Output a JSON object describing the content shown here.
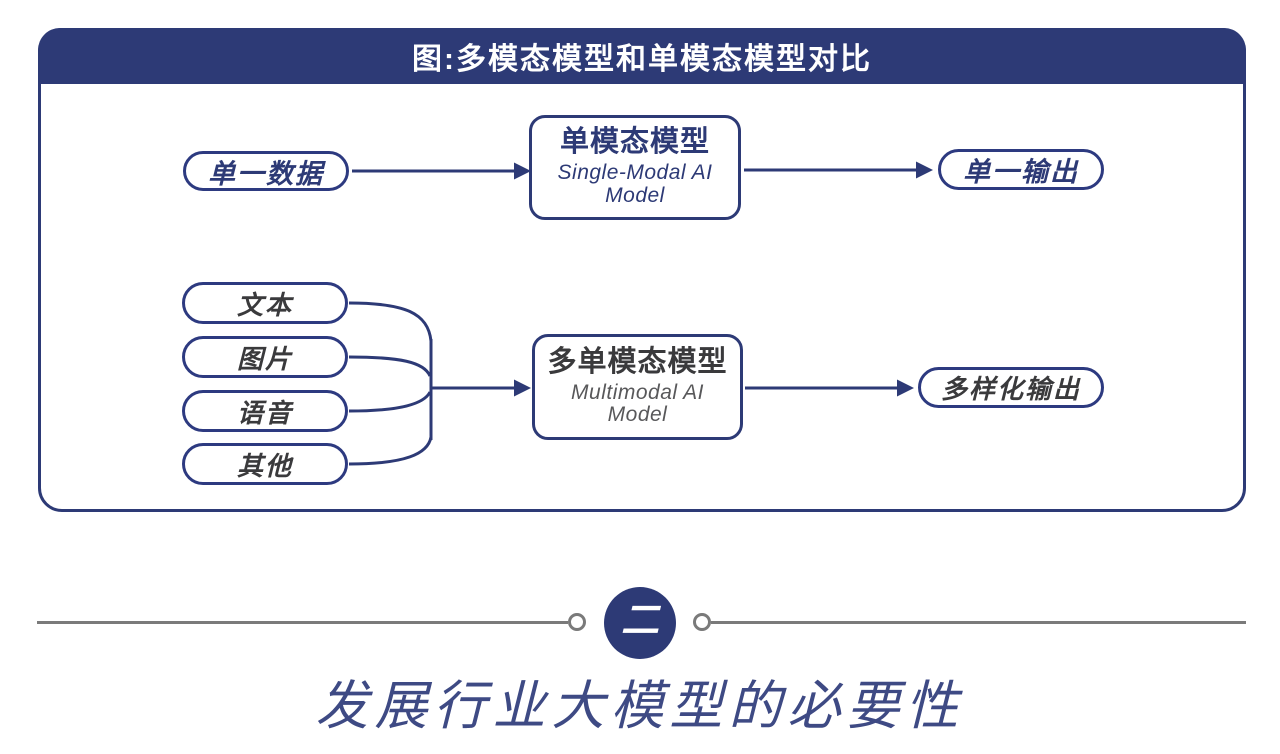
{
  "figure": {
    "title": "图:多模态模型和单模态模型对比",
    "single_flow": {
      "input": "单一数据",
      "model_title": "单模态模型",
      "model_subtitle_line1": "Single-Modal AI",
      "model_subtitle_line2": "Model",
      "output": "单一输出"
    },
    "multi_flow": {
      "inputs": [
        "文本",
        "图片",
        "语音",
        "其他"
      ],
      "model_title": "多单模态模型",
      "model_subtitle_line1": "Multimodal AI",
      "model_subtitle_line2": "Model",
      "output": "多样化输出"
    }
  },
  "section": {
    "number_glyph": "二",
    "heading": "发展行业大模型的必要性"
  },
  "colors": {
    "navy": "#2d3a76",
    "charcoal_text": "#3a3a3c",
    "subtitle_gray": "#58585a",
    "divider_gray": "#7a7a7a",
    "heading_navy": "#3e4a84"
  }
}
